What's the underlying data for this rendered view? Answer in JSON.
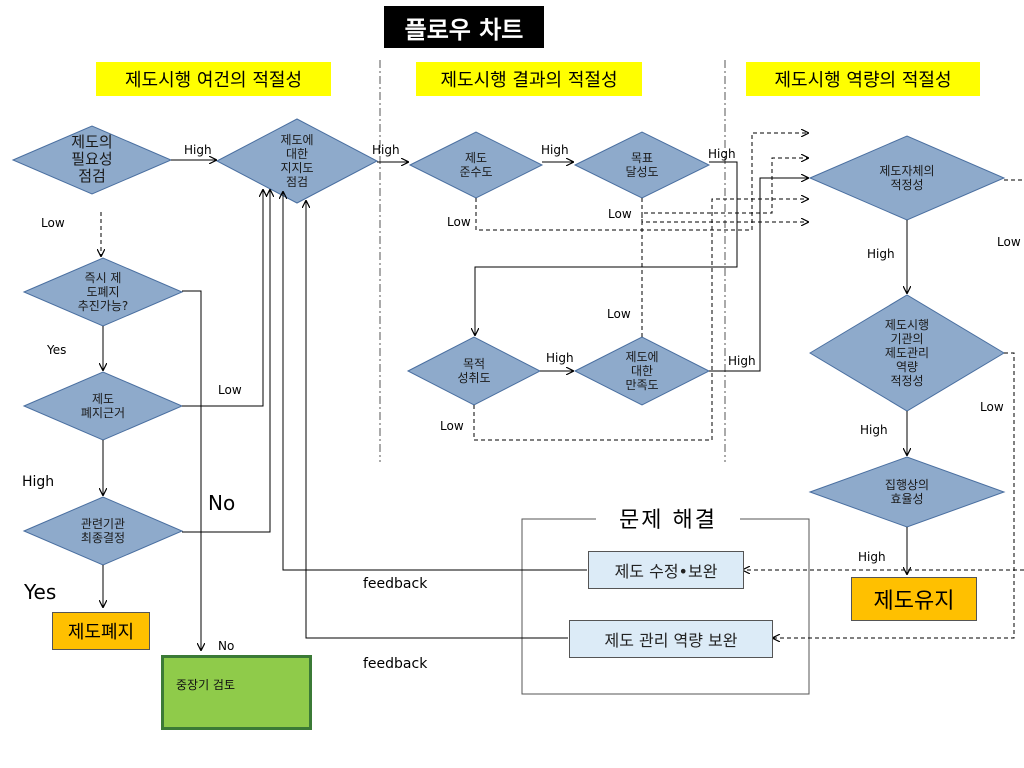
{
  "title": "플로우 차트",
  "sections": [
    "제도시행 여건의 적절성",
    "제도시행 결과의 적절성",
    "제도시행 역량의 적절성"
  ],
  "nodes": {
    "need": "제도의\n필요성\n점검",
    "abolish_now": "즉시 제\n도폐지\n추진가능?",
    "abolish_basis": "제도\n폐지근거",
    "final_decision": "관련기관\n최종결정",
    "support": "제도에\n대한\n지지도\n점검",
    "compliance": "제도\n준수도",
    "target": "목표\n달성도",
    "purpose": "목적\n성취도",
    "satisfaction": "제도에\n대한\n만족도",
    "validity": "제도자체의\n적정성",
    "capacity": "제도시행\n기관의\n제도관리\n역량\n적정성",
    "efficiency": "집행상의\n효율성"
  },
  "boxes": {
    "abolish": "제도폐지",
    "maintain": "제도유지",
    "longterm": "중장기 검토",
    "problem_group": "문제 해결",
    "revise": "제도 수정•보완",
    "capacity_fix": "제도 관리 역량 보완"
  },
  "edge_labels": {
    "high": "High",
    "low": "Low",
    "yes": "Yes",
    "no": "No",
    "feedback": "feedback"
  }
}
